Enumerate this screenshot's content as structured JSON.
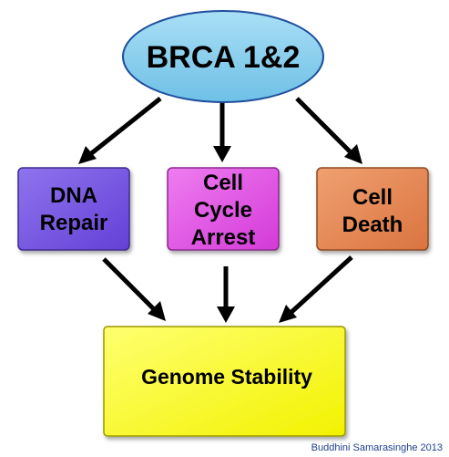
{
  "diagram": {
    "root": {
      "label": "BRCA 1&2",
      "fill": "#87CEEB",
      "stroke": "#1E4E9E"
    },
    "functions": [
      {
        "lines": [
          "DNA",
          "Repair"
        ],
        "fill": "#7B5BE6",
        "stroke": "#3F2A8C"
      },
      {
        "lines": [
          "Cell",
          "Cycle",
          "Arrest"
        ],
        "fill": "#E455E8",
        "stroke": "#8A2A8E"
      },
      {
        "lines": [
          "Cell",
          "Death"
        ],
        "fill": "#E58A55",
        "stroke": "#8E4A22"
      }
    ],
    "outcome": {
      "label": "Genome Stability",
      "fill": "#FFFF33",
      "stroke": "#9A9A00"
    }
  },
  "credit": {
    "text": "Buddhini Samarasinghe 2013",
    "color": "#1F3F8F"
  }
}
